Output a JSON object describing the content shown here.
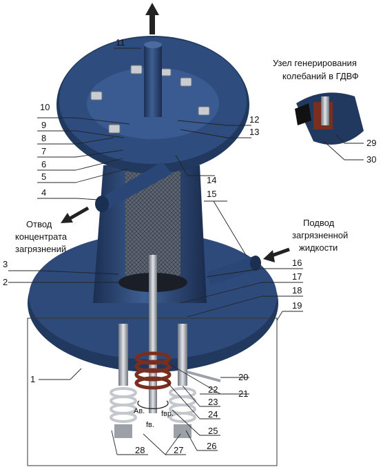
{
  "diagram": {
    "inset_title_line1": "Узел генерирования",
    "inset_title_line2": "колебаний в ГДВФ",
    "outlet_line1": "Отвод",
    "outlet_line2": "концентрата",
    "outlet_line3": "загрязнений",
    "inlet_line1": "Подвод",
    "inlet_line2": "загрязненной",
    "inlet_line3": "жидкости",
    "symbol_a": "Aв.",
    "symbol_f": "fв.",
    "symbol_fvr": "fвр.",
    "callouts": [
      "1",
      "2",
      "3",
      "4",
      "5",
      "6",
      "7",
      "8",
      "9",
      "10",
      "11",
      "12",
      "13",
      "14",
      "15",
      "16",
      "17",
      "18",
      "19",
      "20",
      "21",
      "22",
      "23",
      "24",
      "25",
      "26",
      "27",
      "28",
      "29",
      "30"
    ]
  },
  "colors": {
    "body": "#2c4a78",
    "body_dark": "#1b2f52",
    "body_light": "#4a6aa0",
    "metal": "#b8bcc2",
    "metal_dark": "#7d828a",
    "line": "#222222"
  }
}
